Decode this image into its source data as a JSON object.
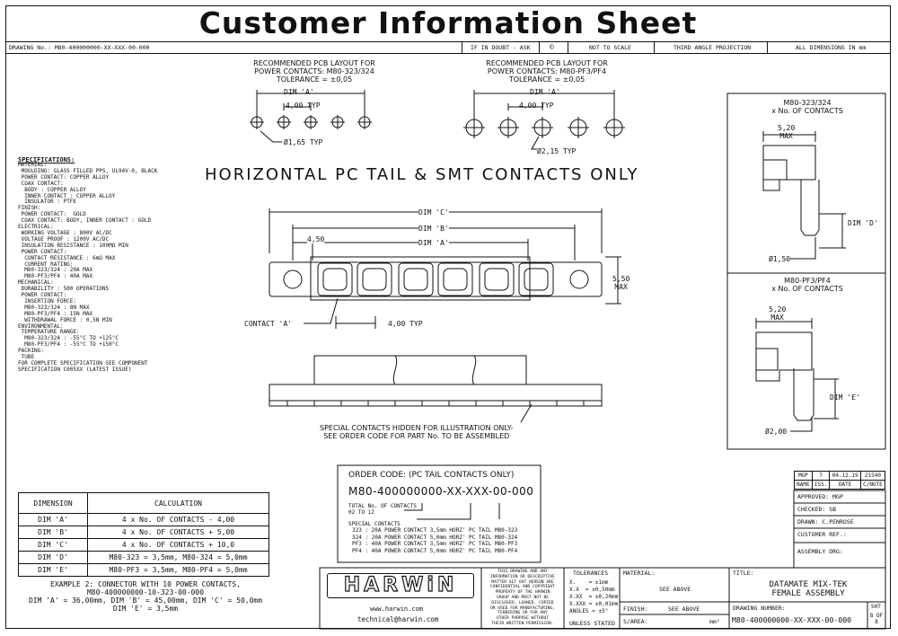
{
  "title": "Customer Information Sheet",
  "strip": {
    "drawing_no": "DRAWING No.: M80-400000000-XX-XXX-00-000",
    "if_in_doubt": "IF IN DOUBT - ASK",
    "copyright": "©",
    "not_to_scale": "NOT TO SCALE",
    "projection": "THIRD ANGLE PROJECTION",
    "dimensions": "ALL DIMENSIONS IN mm"
  },
  "pcb_left": {
    "caption": "RECOMMENDED PCB LAYOUT FOR\nPOWER CONTACTS: M80-323/324\nTOLERANCE = ±0,05",
    "dim_a": "DIM 'A'",
    "typ": "4,00 TYP",
    "hole": "Ø1,65 TYP"
  },
  "pcb_right": {
    "caption": "RECOMMENDED PCB LAYOUT FOR\nPOWER CONTACTS: M80-PF3/PF4\nTOLERANCE = ±0,05",
    "dim_a": "DIM 'A'",
    "typ": "4,00 TYP",
    "hole": "Ø2,15 TYP"
  },
  "heading": "HORIZONTAL PC TAIL & SMT CONTACTS ONLY",
  "main_view": {
    "dim_c": "DIM 'C'",
    "dim_b": "DIM 'B'",
    "dim_a": "DIM 'A'",
    "offset": "4,50",
    "height": "5,50\nMAX",
    "contact": "CONTACT 'A'",
    "pitch": "4,00 TYP",
    "note": "SPECIAL CONTACTS HIDDEN FOR ILLUSTRATION ONLY-\nSEE ORDER CODE FOR PART No. TO BE ASSEMBLED"
  },
  "specs": {
    "heading": "SPECIFICATIONS:",
    "body": "MATERIAL:\n MOULDING: GLASS FILLED PPS, UL94V-0, BLACK\n POWER CONTACT: COPPER ALLOY\n COAX CONTACT:\n  BODY : COPPER ALLOY\n  INNER CONTACT : COPPER ALLOY\n  INSULATOR : PTFE\nFINISH:\n POWER CONTACT:  GOLD\n COAX CONTACT: BODY, INNER CONTACT : GOLD\nELECTRICAL:\n WORKING VOLTAGE : 800V AC/DC\n VOLTAGE PROOF : 1200V AC/DC\n INSULATION RESISTANCE : 100MΩ MIN\n POWER CONTACT:\n  CONTACT RESISTANCE : 6mΩ MAX\n  CURRENT RATING:\n  M80-323/324 : 20A MAX\n  M80-PF3/PF4 : 40A MAX\nMECHANICAL:\n DURABILITY : 500 OPERATIONS\n POWER CONTACT:\n  INSERTION FORCE:\n  M80-323/324 : 8N MAX\n  M80-PF3/PF4 : 15N MAX\n  WITHDRAWAL FORCE : 0,5N MIN\nENVIRONMENTAL:\n TEMPERATURE RANGE:\n  M80-323/324 : -55°C TO +125°C\n  M80-PF3/PF4 : -55°C TO +150°C\nPACKING:\n TUBE\nFOR COMPLETE SPECIFICATION SEE COMPONENT\nSPECIFICATION C005XX (LATEST ISSUE)"
  },
  "side_top": {
    "caption": "M80-323/324\nx No. OF CONTACTS",
    "width": "5,20\nMAX",
    "dim_d": "DIM 'D'",
    "dia": "Ø1,50"
  },
  "side_bottom": {
    "caption": "M80-PF3/PF4\nx No. OF CONTACTS",
    "width": "5,20\nMAX",
    "dim_e": "DIM 'E'",
    "dia": "Ø2,00"
  },
  "dim_table": {
    "headers": [
      "DIMENSION",
      "CALCULATION"
    ],
    "rows": [
      [
        "DIM 'A'",
        "4 x No. OF CONTACTS - 4,00"
      ],
      [
        "DIM 'B'",
        "4 x No. OF CONTACTS + 5,00"
      ],
      [
        "DIM 'C'",
        "4 x No. OF CONTACTS + 10,0"
      ],
      [
        "DIM 'D'",
        "M80-323 = 3,5mm, M80-324 = 5,0mm"
      ],
      [
        "DIM 'E'",
        "M80-PF3 = 3,5mm, M80-PF4 = 5,0mm"
      ]
    ]
  },
  "example": "EXAMPLE 2: CONNECTOR WITH 10 POWER CONTACTS,\nM80-400000000-10-323-00-000\nDIM 'A' = 36,00mm, DIM 'B' = 45,00mm, DIM 'C' = 50,0mm\nDIM 'E' = 3,5mm",
  "order": {
    "heading": "ORDER CODE: (PC TAIL CONTACTS ONLY)",
    "code": "M80-400000000-XX-XXX-00-000",
    "total": "TOTAL No. OF CONTACTS\n02 TO 12",
    "special_heading": "SPECIAL CONTACTS",
    "special": "323 : 20A POWER CONTACT 3,5mm HORZ' PC TAIL M80-323\n324 : 20A POWER CONTACT 5,0mm HORZ' PC TAIL M80-324\nPF3 : 40A POWER CONTACT 3,5mm HORZ' PC TAIL M80-PF3\nPF4 : 40A POWER CONTACT 5,0mm HORZ' PC TAIL M80-PF4"
  },
  "revision": {
    "row": [
      "MGP",
      "7",
      "04.12.19",
      "21540"
    ],
    "headers": [
      "NAME",
      "ISS.",
      "DATE",
      "C/NOTE"
    ],
    "approved": "APPROVED:  MGP",
    "checked": "CHECKED:  SB",
    "drawn": "DRAWN:      C.PENROSE",
    "customer_ref": "CUSTOMER REF.:",
    "assembly_drg": "ASSEMBLY DRG:"
  },
  "titleblock": {
    "logo": "HARWiN",
    "web": "www.harwin.com",
    "email": "technical@harwin.com",
    "legal": "THIS DRAWING AND ANY\nINFORMATION OR DESCRIPTIVE\nMATTER SET OUT HEREON ARE\nCONFIDENTIAL AND COPYRIGHT\nPROPERTY OF THE HARWIN\nGROUP AND MUST NOT BE\nDISCLOSED, LOANED, COPIED\nOR USED FOR MANUFACTURING,\nTENDERING OR FOR ANY\nOTHER PURPOSE WITHOUT\nTHEIR WRITTEN PERMISSION.",
    "tol_heading": "TOLERANCES",
    "tol_body": "X.    = ±1mm\nX.X  = ±0,50mm\nX.XX  = ±0,20mm\nX.XXX = ±0,01mm\nANGLES = ±5°",
    "unless": "UNLESS STATED",
    "material_label": "MATERIAL:",
    "material_value": "SEE ABOVE",
    "finish_label": "FINISH:",
    "finish_value": "SEE ABOVE",
    "sarea_label": "S/AREA:",
    "sarea_unit": "mm²",
    "title_label": "TITLE:",
    "title_value": "DATAMATE MIX-TEK\nFEMALE ASSEMBLY",
    "dwg_label": "DRAWING NUMBER:",
    "dwg_value": "M80-400000000-XX-XXX-00-000",
    "sht_label": "SHT",
    "sht_value": "8 OF 8"
  }
}
